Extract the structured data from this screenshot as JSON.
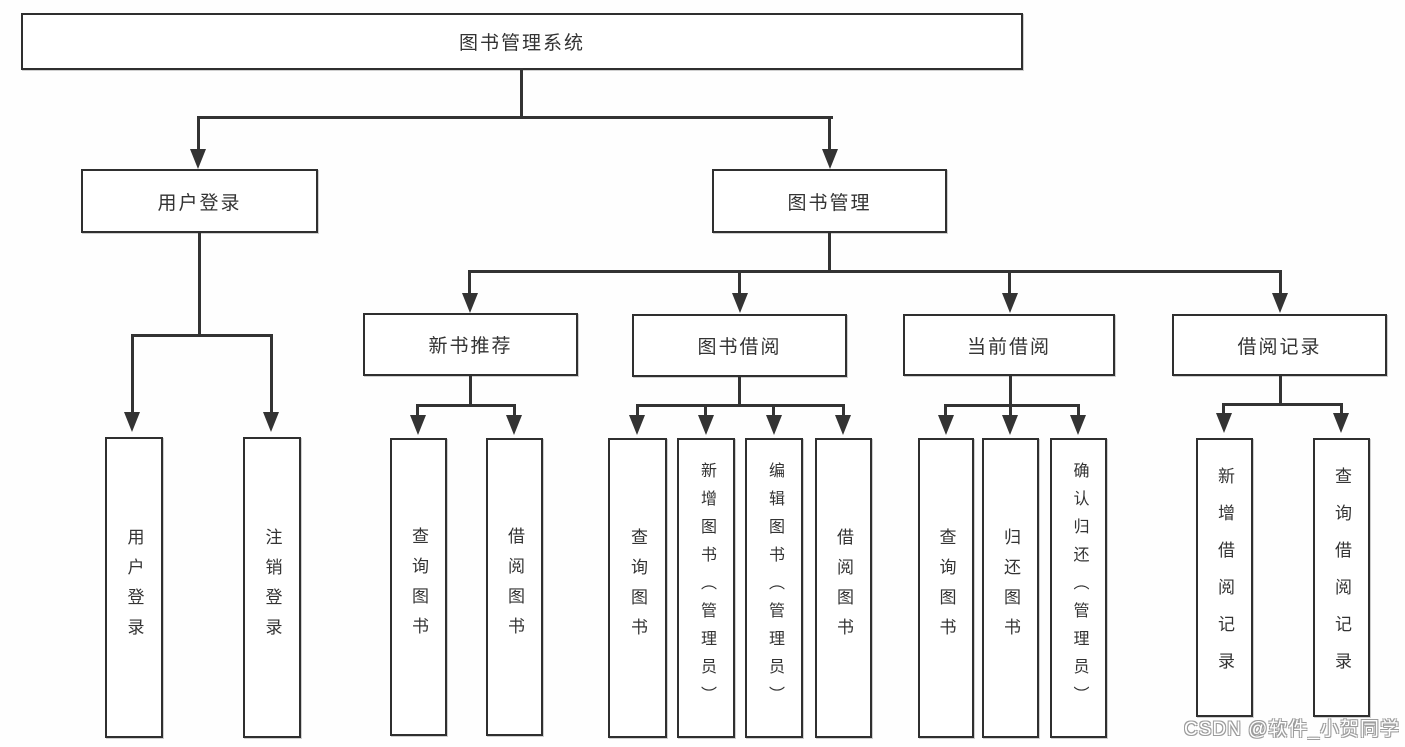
{
  "tree": {
    "root": "图书管理系统",
    "level2": [
      "用户登录",
      "图书管理"
    ],
    "user_login_children": [
      "用户登录",
      "注销登录"
    ],
    "mgmt_children": [
      "新书推荐",
      "图书借阅",
      "当前借阅",
      "借阅记录"
    ],
    "new_book_children": [
      "查询图书",
      "借阅图书"
    ],
    "borrow_children": [
      "查询图书",
      "新增图书（管理员）",
      "编辑图书（管理员）",
      "借阅图书"
    ],
    "current_children": [
      "查询图书",
      "归还图书",
      "确认归还（管理员）"
    ],
    "record_children": [
      "新增借阅记录",
      "查询借阅记录"
    ]
  },
  "colors": {
    "line": "#333333",
    "box_border": "#2f2f2f",
    "text": "#333333",
    "background": "#ffffff",
    "watermark_fill": "#ffffff",
    "watermark_outline": "#9c9c9c"
  },
  "watermark": {
    "text": "CSDN @软件_小贺同学"
  }
}
